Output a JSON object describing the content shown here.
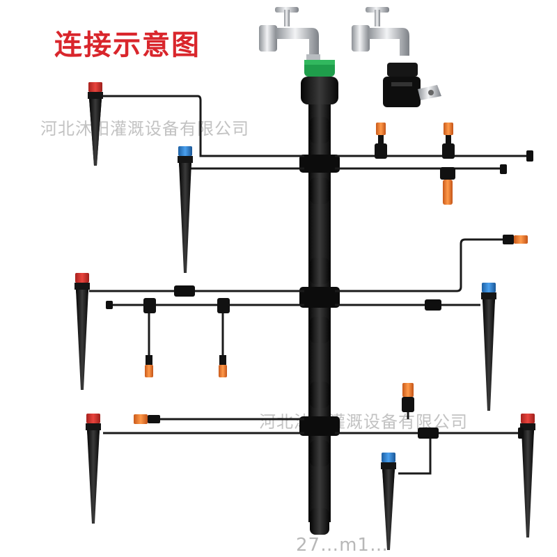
{
  "diagram": {
    "title": "连接示意图",
    "watermarks": [
      "河北沐阳灌溉设备有限公司",
      "河北沐阳灌溉设备有限公司"
    ],
    "footer_partial": "27…m1…",
    "colors": {
      "title": "#d9262c",
      "pipe": "#1a1a1a",
      "cap_red": "#d8322d",
      "cap_blue": "#2b7fd1",
      "emitter_orange": "#f07a25",
      "adapter_green": "#1f9d4b",
      "chrome": "#c9ccd0"
    },
    "components": [
      "faucet",
      "faucet",
      "hose-adapter",
      "main-pipe",
      "stake-emitter",
      "tee-connector",
      "drip-emitter",
      "end-plug"
    ]
  }
}
